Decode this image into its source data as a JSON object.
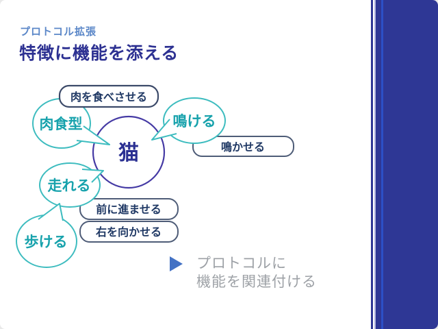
{
  "slide": {
    "eyebrow": "プロトコル拡張",
    "title": "特徴に機能を添える"
  },
  "diagram": {
    "center": {
      "label": "猫"
    },
    "features": [
      {
        "label": "肉食型"
      },
      {
        "label": "鳴ける"
      },
      {
        "label": "走れる"
      },
      {
        "label": "歩ける"
      }
    ],
    "methods": [
      {
        "label": "肉を食べさせる"
      },
      {
        "label": "鳴かせる"
      },
      {
        "label": "前に進ませる"
      },
      {
        "label": "右を向かせる"
      }
    ]
  },
  "takeaway": {
    "lines": [
      "プロトコルに",
      "機能を関連付ける"
    ]
  },
  "colors": {
    "accent_navy": "#2e3795",
    "stripe_bright_blue": "#2c4fc6",
    "stripe_lavender": "#b2b6df",
    "title_navy": "#2d3192",
    "eyebrow_blue": "#5b87c8",
    "teal": "#17a2ac",
    "method_text_navy": "#1f3864",
    "bullet_blue": "#4472c4",
    "takeaway_gray": "#9da1a6"
  }
}
